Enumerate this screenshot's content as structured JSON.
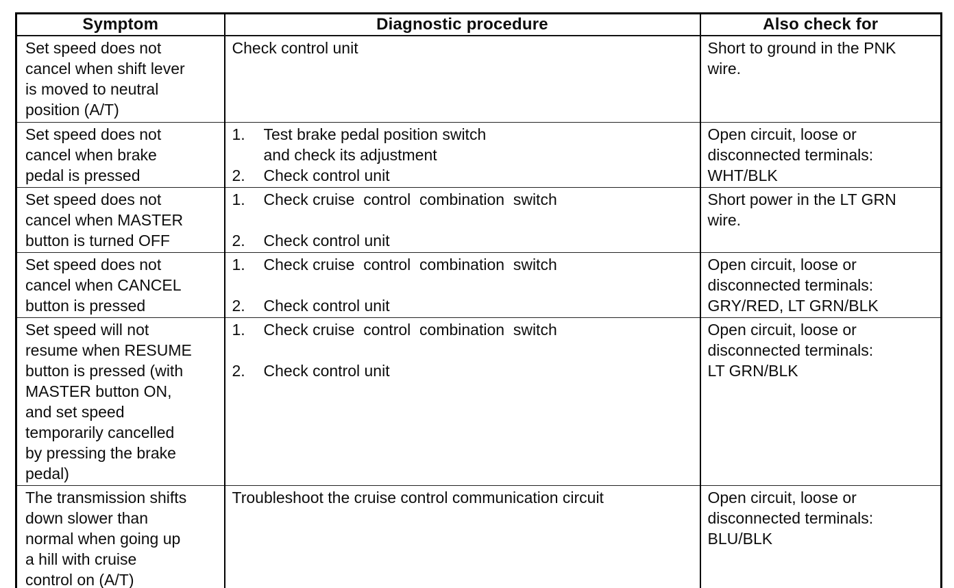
{
  "table": {
    "headers": [
      "Symptom",
      "Diagnostic procedure",
      "Also check for"
    ],
    "rows": [
      {
        "symptom": "Set speed does not\ncancel when shift lever\nis moved to neutral\nposition (A/T)",
        "procedure": [
          {
            "num": "",
            "indent": false,
            "text": "Check control unit"
          }
        ],
        "also_check": "Short to ground in the PNK\nwire."
      },
      {
        "symptom": "Set speed does not\ncancel when brake\npedal is pressed",
        "procedure": [
          {
            "num": "1.",
            "indent": false,
            "text": "Test brake pedal position switch"
          },
          {
            "num": "",
            "indent": true,
            "text": "and check its adjustment"
          },
          {
            "num": "2.",
            "indent": false,
            "text": "Check control unit"
          }
        ],
        "also_check": "Open circuit, loose or\ndisconnected terminals:\nWHT/BLK"
      },
      {
        "symptom": "Set speed does not\ncancel when MASTER\nbutton is turned OFF",
        "procedure": [
          {
            "num": "1.",
            "indent": false,
            "text": "Check cruise  control  combination  switch"
          },
          {
            "num": "",
            "indent": false,
            "text": ""
          },
          {
            "num": "2.",
            "indent": false,
            "text": "Check control unit"
          }
        ],
        "also_check": "Short power in the LT GRN\nwire."
      },
      {
        "symptom": "Set speed does not\ncancel when CANCEL\nbutton is pressed",
        "procedure": [
          {
            "num": "1.",
            "indent": false,
            "text": "Check cruise  control  combination  switch"
          },
          {
            "num": "",
            "indent": false,
            "text": ""
          },
          {
            "num": "2.",
            "indent": false,
            "text": "Check control unit"
          }
        ],
        "also_check": "Open circuit, loose or\ndisconnected terminals:\nGRY/RED, LT GRN/BLK"
      },
      {
        "symptom": "Set speed will not\nresume when RESUME\nbutton is pressed (with\nMASTER button ON,\nand set speed\ntemporarily cancelled\nby pressing the brake\npedal)",
        "procedure": [
          {
            "num": "1.",
            "indent": false,
            "text": "Check cruise  control  combination  switch"
          },
          {
            "num": "",
            "indent": false,
            "text": ""
          },
          {
            "num": "2.",
            "indent": false,
            "text": "Check control unit"
          }
        ],
        "also_check": "Open circuit, loose or\ndisconnected terminals:\nLT GRN/BLK"
      },
      {
        "symptom": "The transmission shifts\ndown slower than\nnormal when going up\na hill with cruise\ncontrol on (A/T)",
        "procedure": [
          {
            "num": "",
            "indent": false,
            "text": "Troubleshoot the cruise control communication circuit"
          }
        ],
        "also_check": "Open circuit, loose or\ndisconnected terminals:\nBLU/BLK"
      }
    ]
  },
  "colors": {
    "ink": "#0d0d0d",
    "paper": "#ffffff",
    "border": "#000000"
  }
}
